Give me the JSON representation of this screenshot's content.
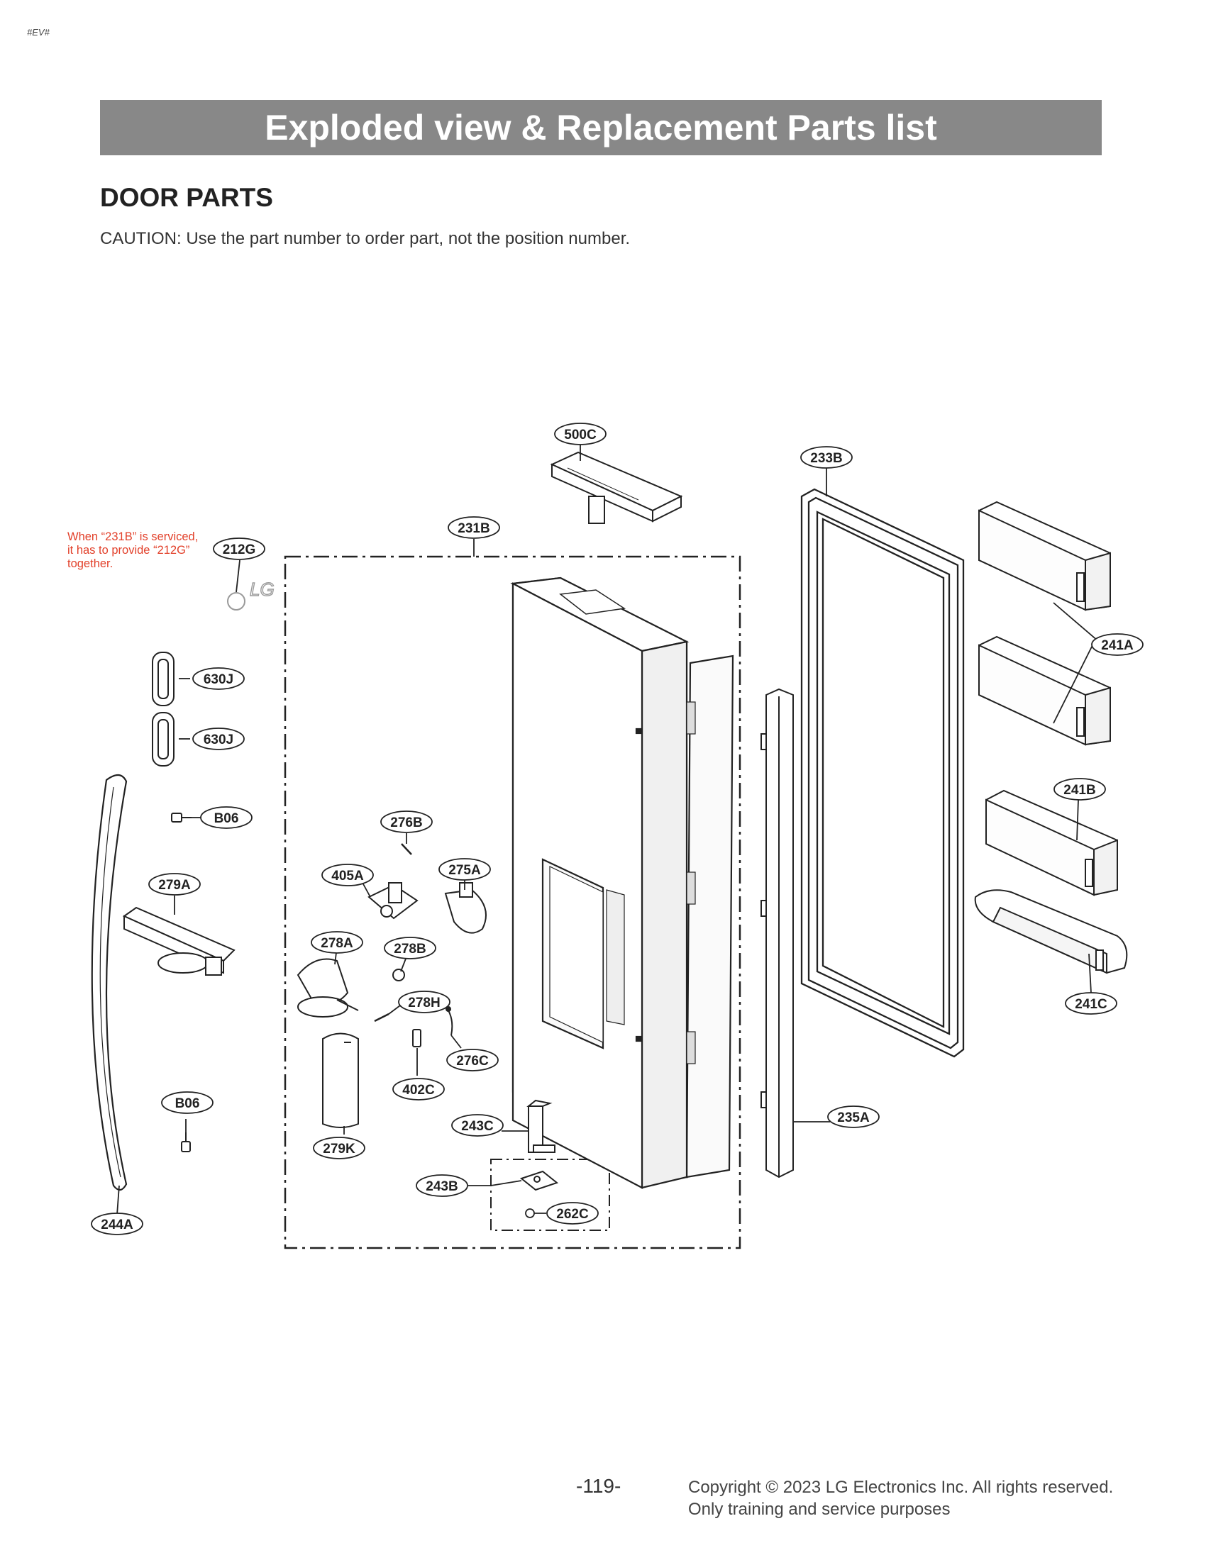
{
  "header": {
    "corner_tag": "#EV#",
    "title": "Exploded view & Replacement Parts list"
  },
  "section": {
    "title": "DOOR PARTS",
    "caution": "CAUTION: Use the part number to order part, not the position number."
  },
  "note": {
    "lines": [
      "When “231B” is serviced,",
      "it has to provide “212G”",
      "together."
    ]
  },
  "logo": {
    "text": "LG"
  },
  "callouts": {
    "c500C": "500C",
    "c233B": "233B",
    "c231B": "231B",
    "c212G": "212G",
    "c630J_1": "630J",
    "c630J_2": "630J",
    "c241A": "241A",
    "c241B": "241B",
    "c241C": "241C",
    "cB06_1": "B06",
    "cB06_2": "B06",
    "c276B": "276B",
    "c405A": "405A",
    "c275A": "275A",
    "c279A": "279A",
    "c278A": "278A",
    "c278B": "278B",
    "c278H": "278H",
    "c276C": "276C",
    "c402C": "402C",
    "c243C": "243C",
    "c235A": "235A",
    "c279K": "279K",
    "c243B": "243B",
    "c262C": "262C",
    "c244A": "244A"
  },
  "footer": {
    "page_number": "-119-",
    "copyright_line1": "Copyright © 2023 LG Electronics Inc. All rights reserved.",
    "copyright_line2": "Only training and service purposes"
  },
  "colors": {
    "title_bar": "#888888",
    "note_text": "#e2402a",
    "line": "#222222"
  }
}
